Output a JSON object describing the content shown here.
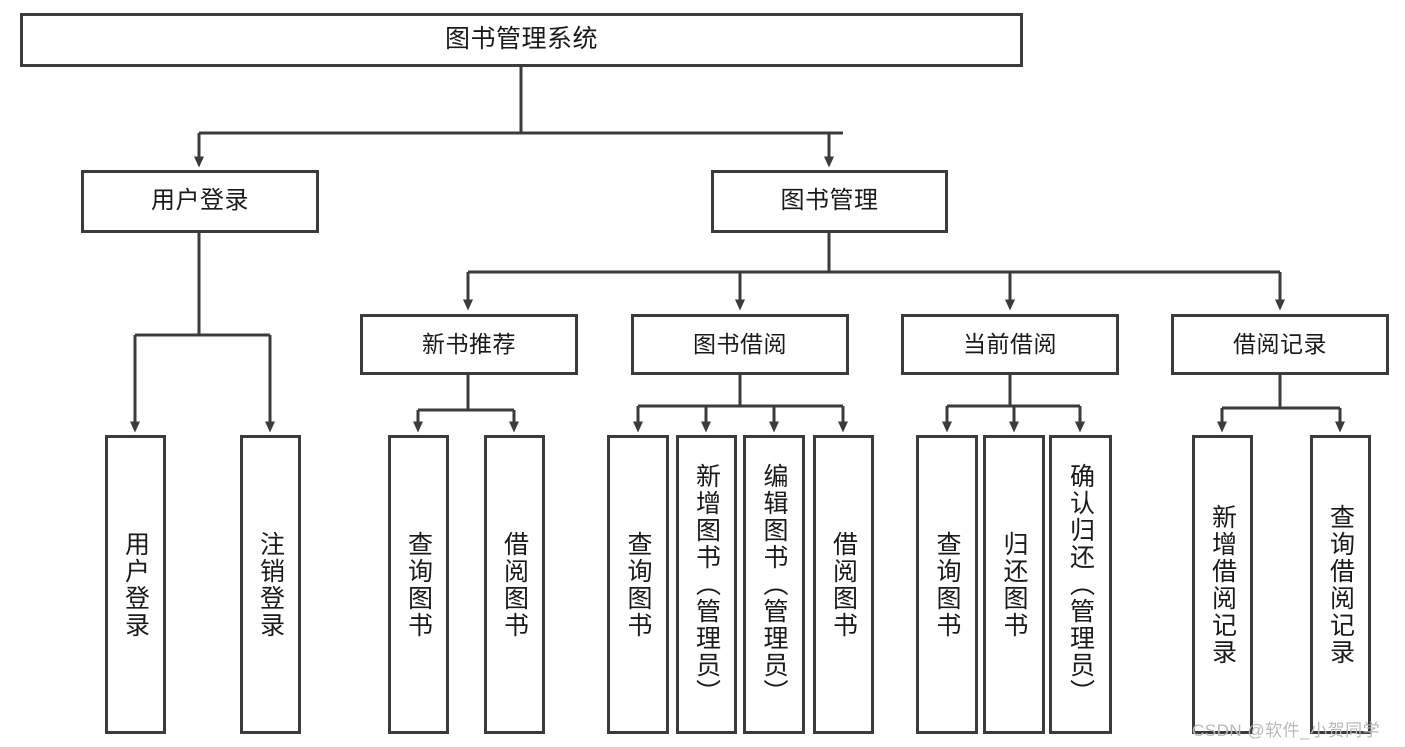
{
  "diagram": {
    "title": "图书管理系统",
    "type": "hierarchy-tree",
    "theme": {
      "background": "#ffffff",
      "box_border": "#3b3b3b",
      "box_fill": "#ffffff",
      "edge_color": "#3b3b3b",
      "text_color": "#1a1a1a",
      "watermark_color": "#b9b9b9"
    },
    "root": {
      "label": "图书管理系统"
    },
    "level2": [
      {
        "label": "用户登录"
      },
      {
        "label": "图书管理"
      }
    ],
    "level3": [
      {
        "label": "新书推荐"
      },
      {
        "label": "图书借阅"
      },
      {
        "label": "当前借阅"
      },
      {
        "label": "借阅记录"
      }
    ],
    "leaves": {
      "user_login": [
        {
          "label": "用户登录"
        },
        {
          "label": "注销登录"
        }
      ],
      "new_book_recommend": [
        {
          "label": "查询图书"
        },
        {
          "label": "借阅图书"
        }
      ],
      "book_borrow": [
        {
          "label": "查询图书"
        },
        {
          "label": "新增图书（管理员）"
        },
        {
          "label": "编辑图书（管理员）"
        },
        {
          "label": "借阅图书"
        }
      ],
      "current_borrow": [
        {
          "label": "查询图书"
        },
        {
          "label": "归还图书"
        },
        {
          "label": "确认归还（管理员）"
        }
      ],
      "borrow_records": [
        {
          "label": "新增借阅记录"
        },
        {
          "label": "查询借阅记录"
        }
      ]
    }
  },
  "watermark": {
    "text": "CSDN @软件_小贺同学"
  }
}
